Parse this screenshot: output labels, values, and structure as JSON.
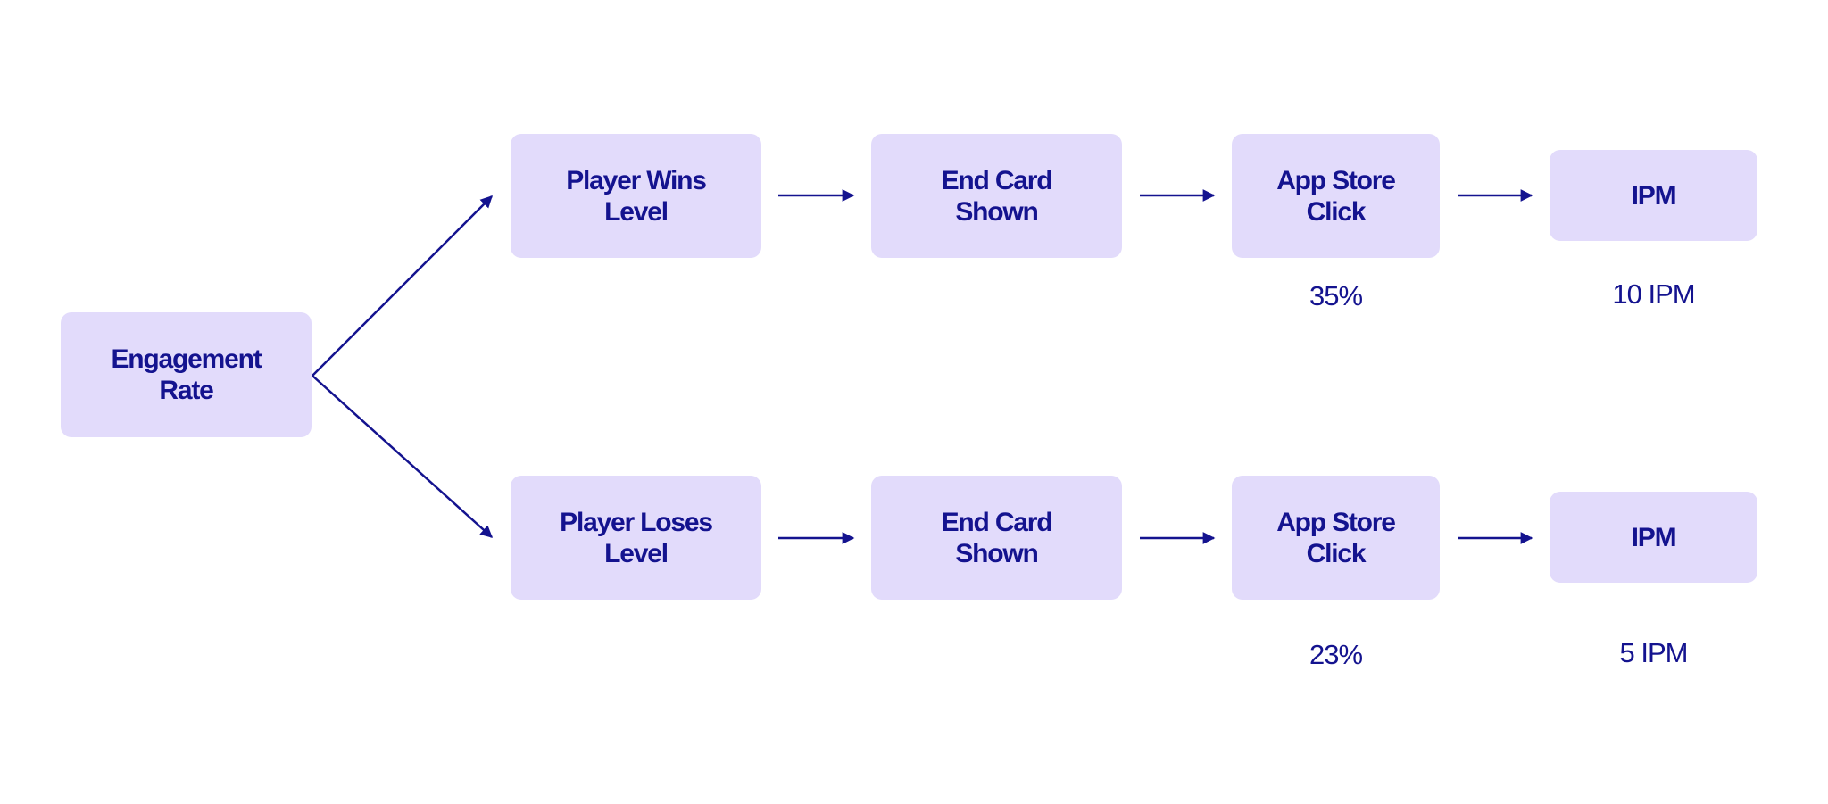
{
  "colors": {
    "node_fill": "#e2dbfb",
    "text": "#14138f",
    "arrow": "#14138f",
    "background": "#ffffff"
  },
  "root": {
    "label": "Engagement\nRate"
  },
  "win_path": {
    "outcome": "Player Wins\nLevel",
    "end_card": "End Card\nShown",
    "app_store": "App Store\nClick",
    "ipm": "IPM",
    "click_rate": "35%",
    "ipm_value": "10 IPM"
  },
  "lose_path": {
    "outcome": "Player Loses\nLevel",
    "end_card": "End Card\nShown",
    "app_store": "App Store\nClick",
    "ipm": "IPM",
    "click_rate": "23%",
    "ipm_value": "5 IPM"
  }
}
